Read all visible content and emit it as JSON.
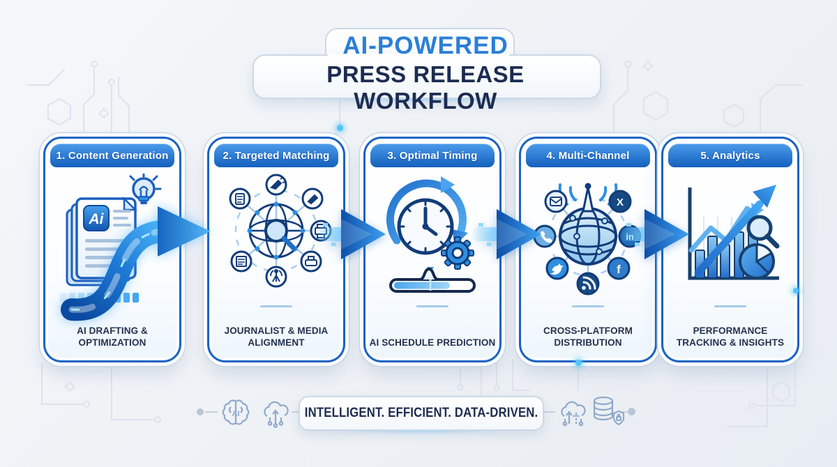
{
  "title": {
    "top": "AI-POWERED",
    "main": "PRESS RELEASE WORKFLOW"
  },
  "steps": [
    {
      "header": "1. Content Generation",
      "caption": "AI DRAFTING & OPTIMIZATION",
      "icon": "ai-documents-lightbulb-icon",
      "badge": "Ai"
    },
    {
      "header": "2. Targeted Matching",
      "caption": "JOURNALIST & MEDIA ALIGNMENT",
      "icon": "media-network-magnifier-icon"
    },
    {
      "header": "3. Optimal Timing",
      "caption": "AI SCHEDULE PREDICTION",
      "icon": "clock-cycle-gear-icon"
    },
    {
      "header": "4. Multi-Channel",
      "caption": "CROSS-PLATFORM DISTRIBUTION",
      "icon": "broadcast-globe-channels-icon",
      "channel_labels": {
        "x": "X",
        "linkedin": "in",
        "facebook": "f"
      }
    },
    {
      "header": "5. Analytics",
      "caption": "PERFORMANCE TRACKING & INSIGHTS",
      "icon": "growth-chart-pie-magnifier-icon"
    }
  ],
  "footer": {
    "tagline": "INTELLIGENT. EFFICIENT. DATA-DRIVEN.",
    "brain_label": "AI",
    "left_icons": [
      "ai-brain-icon",
      "cloud-upload-circuit-icon"
    ],
    "right_icons": [
      "cloud-sync-arrows-icon",
      "secure-database-icon"
    ]
  },
  "colors": {
    "primary_blue": "#1565c0",
    "bright_blue": "#2e8fe0",
    "cyan_glow": "#62c8ff",
    "navy_text": "#1d2c4e",
    "header_top": "#4b9bec",
    "header_bottom": "#1460bd",
    "background": "#eef1f5"
  }
}
